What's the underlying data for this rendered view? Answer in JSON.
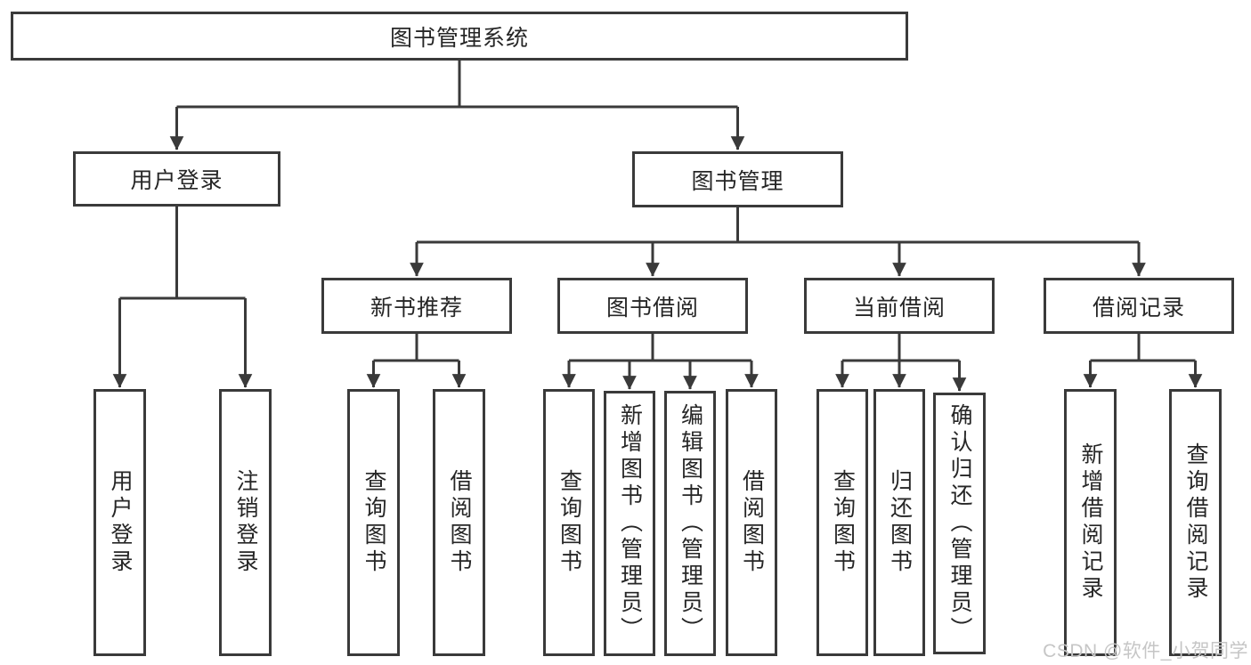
{
  "diagram_title": "图书管理系统",
  "tree": {
    "root": "图书管理系统",
    "branches": [
      {
        "label": "用户登录",
        "children": [
          "用户登录",
          "注销登录"
        ]
      },
      {
        "label": "图书管理",
        "groups": [
          {
            "label": "新书推荐",
            "children": [
              "查询图书",
              "借阅图书"
            ]
          },
          {
            "label": "图书借阅",
            "children": [
              "查询图书",
              "新增图书（管理员）",
              "编辑图书（管理员）",
              "借阅图书"
            ]
          },
          {
            "label": "当前借阅",
            "children": [
              "查询图书",
              "归还图书",
              "确认归还（管理员）"
            ]
          },
          {
            "label": "借阅记录",
            "children": [
              "新增借阅记录",
              "查询借阅记录"
            ]
          }
        ]
      }
    ]
  },
  "watermark": "CSDN @软件_小贺同学",
  "colors": {
    "line": "#3a3a3a",
    "box_border": "#3a3a3a",
    "text": "#262626",
    "background": "#ffffff",
    "watermark": "#c6c6c6"
  }
}
